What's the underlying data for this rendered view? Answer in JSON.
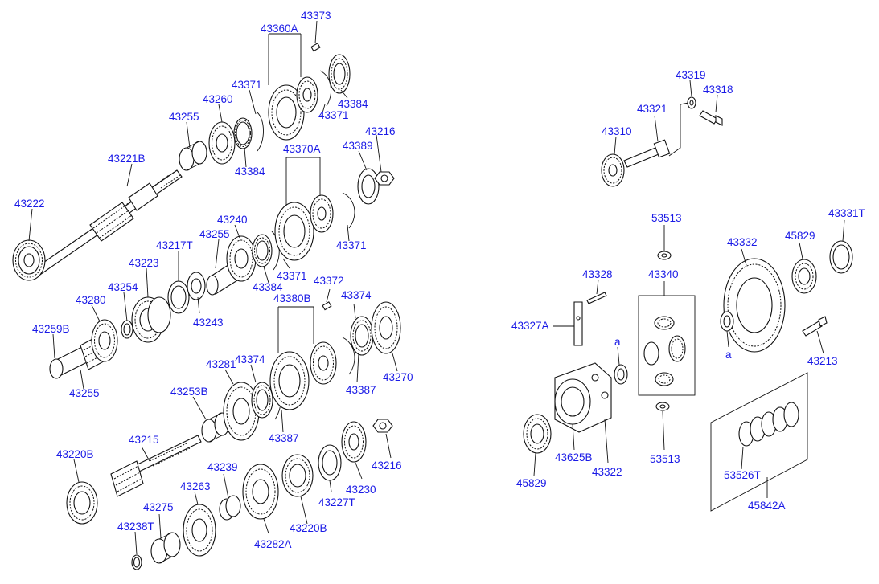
{
  "labels": {
    "p43373": "43373",
    "p43360A": "43360A",
    "p43371_a": "43371",
    "p43260": "43260",
    "p43255_a": "43255",
    "p43371_b": "43371",
    "p43384_a": "43384",
    "p43384_b": "43384",
    "p43221B": "43221B",
    "p43216_a": "43216",
    "p43389": "43389",
    "p43370A": "43370A",
    "p43222": "43222",
    "p43240": "43240",
    "p43217T": "43217T",
    "p43255_b": "43255",
    "p43223": "43223",
    "p43371_c": "43371",
    "p43371_d": "43371",
    "p43384_c": "43384",
    "p43372": "43372",
    "p43254": "43254",
    "p43280": "43280",
    "p43380B": "43380B",
    "p43374_a": "43374",
    "p43243": "43243",
    "p43259B": "43259B",
    "p43255_c": "43255",
    "p43281": "43281",
    "p43374_b": "43374",
    "p43387_a": "43387",
    "p43270": "43270",
    "p43253B": "43253B",
    "p43387_b": "43387",
    "p43215": "43215",
    "p43220B_a": "43220B",
    "p43216_b": "43216",
    "p43239": "43239",
    "p43230": "43230",
    "p43263": "43263",
    "p43227T": "43227T",
    "p43275": "43275",
    "p43238T": "43238T",
    "p43220B_b": "43220B",
    "p43282A": "43282A",
    "p43319": "43319",
    "p43318": "43318",
    "p43321": "43321",
    "p43310": "43310",
    "p53513_a": "53513",
    "p43331T": "43331T",
    "p43332": "43332",
    "p45829_a": "45829",
    "p43328": "43328",
    "p43340": "43340",
    "p43327A": "43327A",
    "a_1": "a",
    "a_2": "a",
    "p43213": "43213",
    "p43625B": "43625B",
    "p43322": "43322",
    "p45829_b": "45829",
    "p53513_b": "53513",
    "p53526T": "53526T",
    "p45842A": "45842A"
  }
}
